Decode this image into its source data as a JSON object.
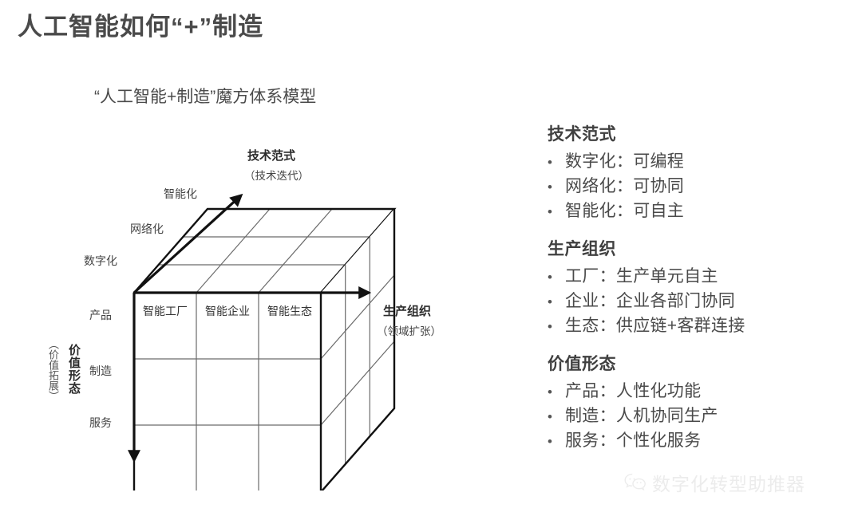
{
  "slide": {
    "title": "人工智能如何“+”制造"
  },
  "diagram": {
    "caption": "“人工智能+制造”魔方体系模型",
    "tech_axis": {
      "title": "技术范式",
      "subtitle": "（技术迭代）",
      "ticks": [
        "智能化",
        "网络化",
        "数字化"
      ]
    },
    "org_axis": {
      "title": "生产组织",
      "subtitle": "（领域扩张）",
      "cells": [
        "智能工厂",
        "智能企业",
        "智能生态"
      ]
    },
    "value_axis": {
      "title": "价值形态",
      "subtitle": "（价值拓展）",
      "ticks": [
        "产品",
        "制造",
        "服务"
      ]
    }
  },
  "panel": {
    "groups": [
      {
        "heading": "技术范式",
        "bullet": "•",
        "items": [
          "数字化：可编程",
          "网络化：可协同",
          "智能化：可自主"
        ]
      },
      {
        "heading": "生产组织",
        "bullet": "•",
        "items": [
          "工厂：生产单元自主",
          "企业：企业各部门协同",
          "生态：供应链+客群连接"
        ]
      },
      {
        "heading": "价值形态",
        "bullet": "•",
        "items": [
          "产品：人性化功能",
          "制造：人机协同生产",
          "服务：个性化服务"
        ]
      }
    ]
  },
  "watermark": {
    "icon": "wechat-icon",
    "text": "数字化转型助推器"
  },
  "colors": {
    "title": "#4a4a4a",
    "body": "#4a4a4a",
    "line": "#111111",
    "grid": "#6a6a6a",
    "watermark": "#ececec",
    "background": "#ffffff"
  }
}
